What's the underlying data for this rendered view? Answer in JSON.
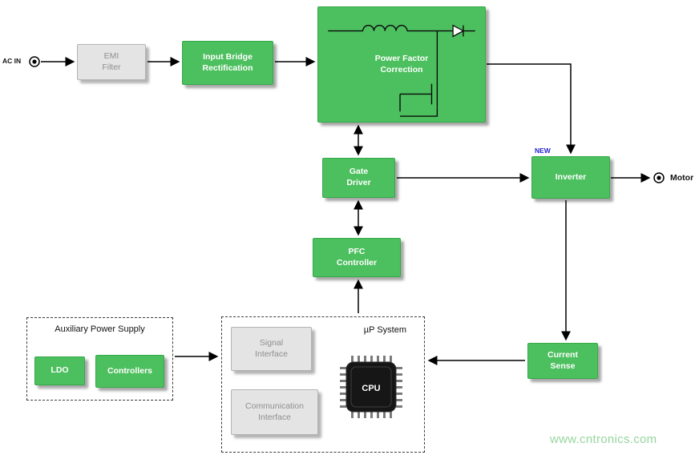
{
  "colors": {
    "block_green": "#4cbf5e",
    "block_gray": "#e4e4e4",
    "arrow_black": "#000000",
    "new_badge_blue": "#2222cc",
    "watermark_green": "#96d69f"
  },
  "labels": {
    "ac_in": "AC IN",
    "motor": "Motor",
    "new_badge": "NEW",
    "watermark": "www.cntronics.com"
  },
  "groups": {
    "aux_power_supply": "Auxiliary Power Supply",
    "up_system": "µP System"
  },
  "nodes": {
    "emi_filter": "EMI\nFilter",
    "input_bridge": "Input Bridge\nRectification",
    "pfc": "Power Factor\nCorrection",
    "gate_driver": "Gate\nDriver",
    "inverter": "Inverter",
    "pfc_controller": "PFC\nController",
    "current_sense": "Current\nSense",
    "ldo": "LDO",
    "controllers": "Controllers",
    "signal_interface": "Signal\nInterface",
    "comm_interface": "Communication\nInterface",
    "cpu": "CPU"
  }
}
